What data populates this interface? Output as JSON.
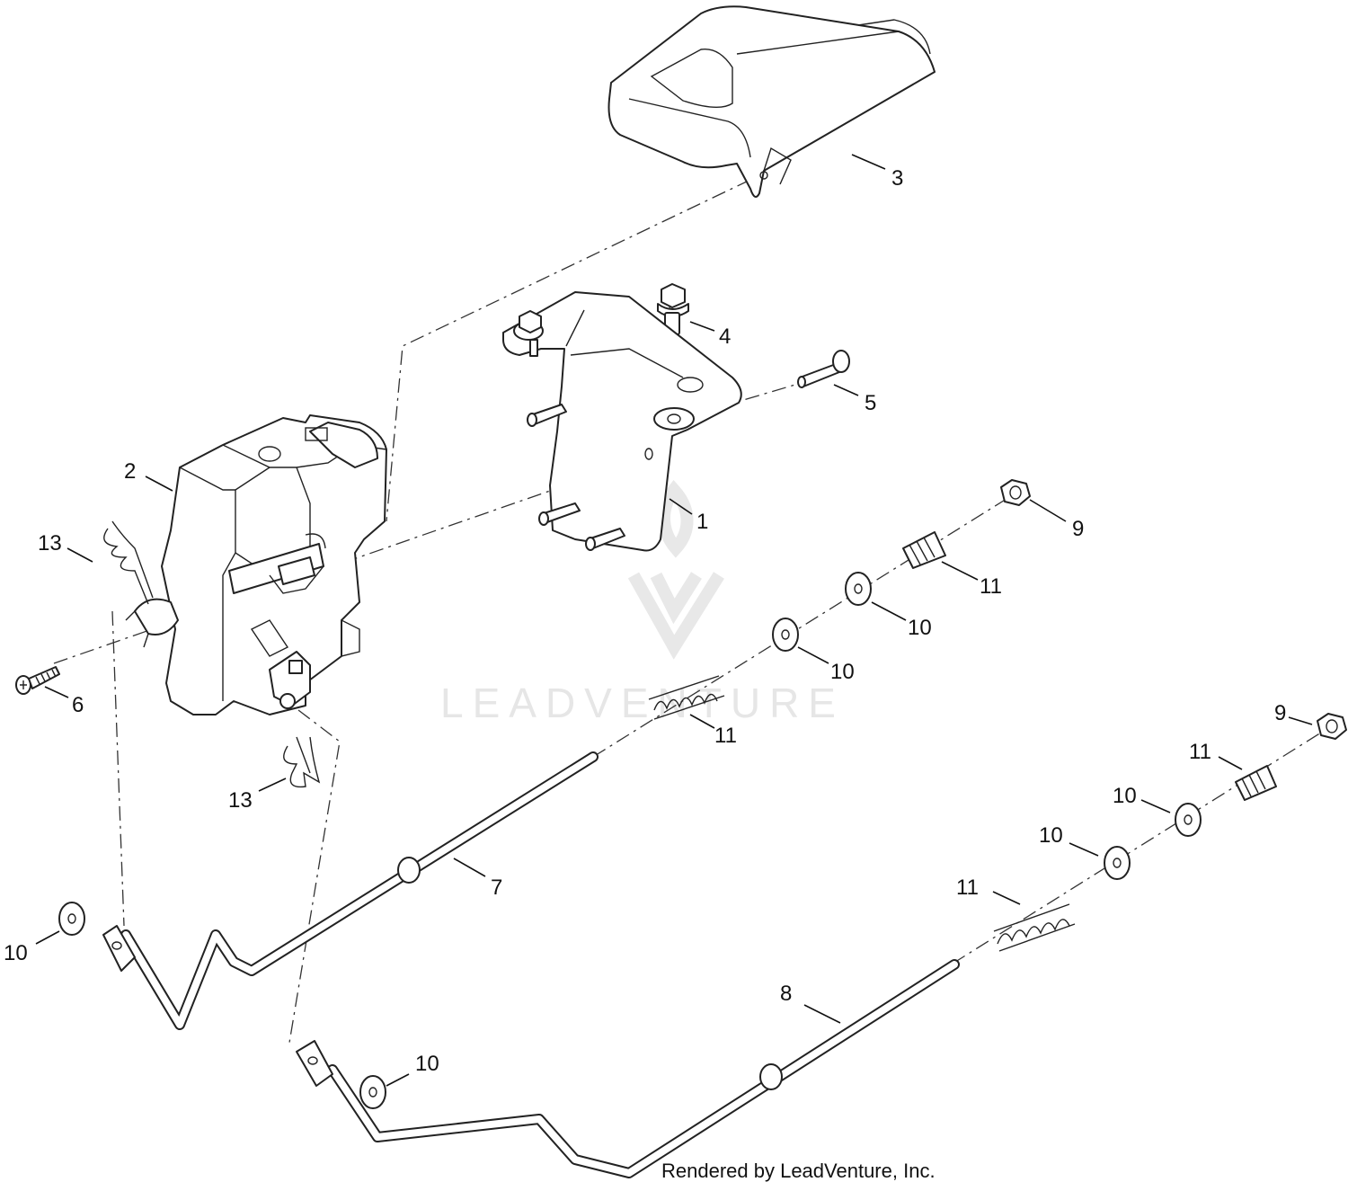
{
  "callouts": {
    "c1": "1",
    "c2": "2",
    "c3": "3",
    "c4": "4",
    "c5": "5",
    "c6": "6",
    "c7": "7",
    "c8": "8",
    "c9a": "9",
    "c9b": "9",
    "c10a": "10",
    "c10b": "10",
    "c10c": "10",
    "c10d": "10",
    "c10e": "10",
    "c10f": "10",
    "c11a": "11",
    "c11b": "11",
    "c11c": "11",
    "c11d": "11",
    "c13a": "13",
    "c13b": "13"
  },
  "watermark": "LEADVENTURE",
  "credit": "Rendered by LeadVenture, Inc."
}
